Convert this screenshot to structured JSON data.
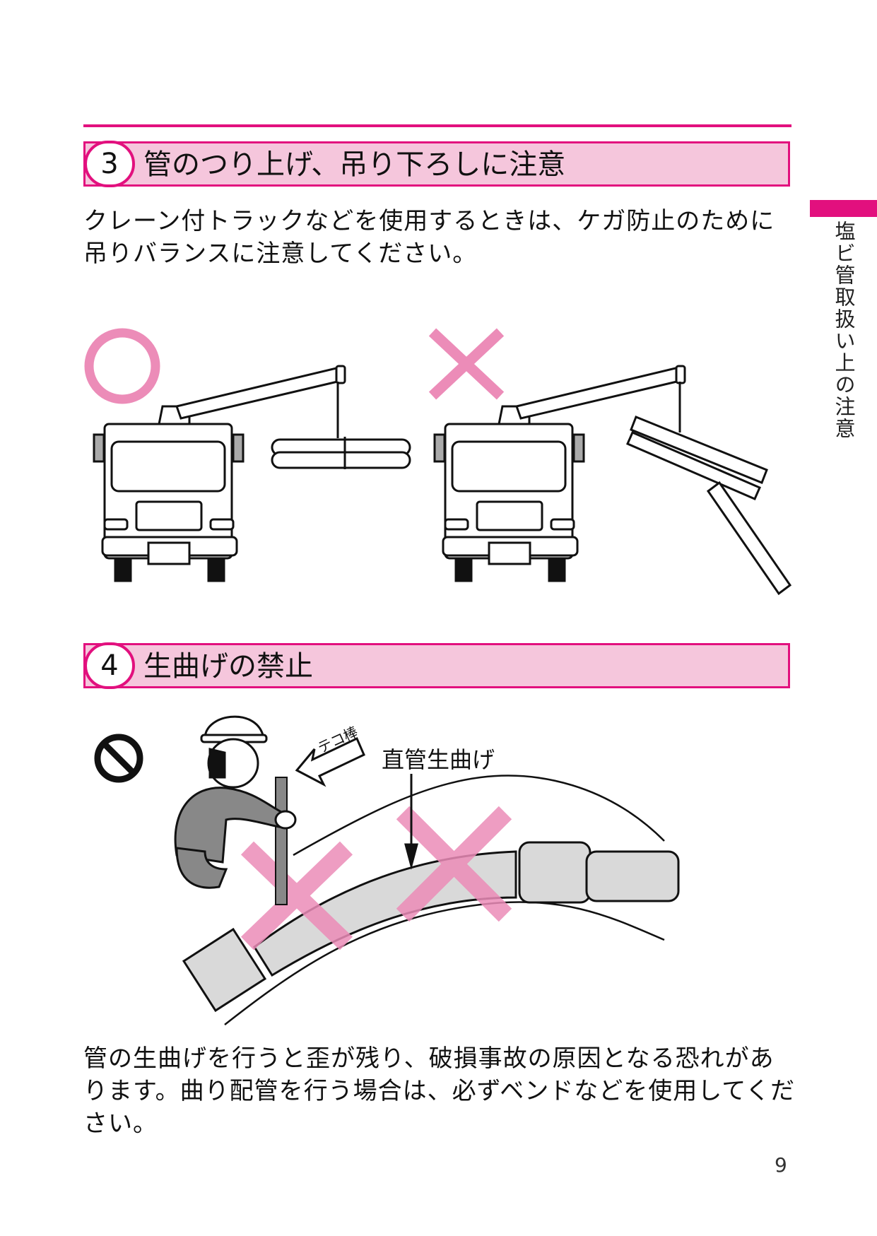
{
  "sidebar": {
    "label": "塩ビ管取扱い上の注意"
  },
  "section3": {
    "number": "3",
    "title": "管のつり上げ、吊り下ろしに注意",
    "body": "クレーン付トラックなどを使用するときは、ケガ防止のために吊りバランスに注意してください。"
  },
  "section4": {
    "number": "4",
    "title": "生曲げの禁止",
    "tag_label": "テコ棒",
    "callout_label": "直管生曲げ",
    "body": "管の生曲げを行うと歪が残り、破損事故の原因となる恐れがあります。曲り配管を行う場合は、必ずベンドなどを使用してください。"
  },
  "page_number": "9",
  "colors": {
    "accent": "#e2107e",
    "header_fill": "#f5c6dc",
    "mark_pink": "#ec8cb8"
  }
}
